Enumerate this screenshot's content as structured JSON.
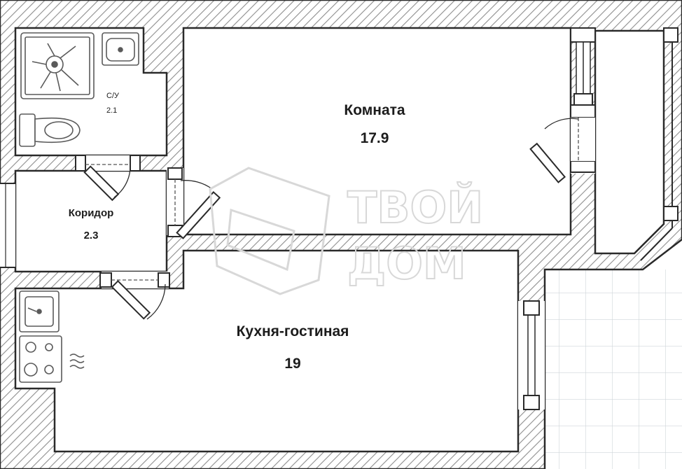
{
  "rooms": {
    "bathroom": {
      "name": "С/У",
      "area": "2.1"
    },
    "room": {
      "name": "Комната",
      "area": "17.9"
    },
    "corridor": {
      "name": "Коридор",
      "area": "2.3"
    },
    "kitchen": {
      "name": "Кухня-гостиная",
      "area": "19"
    }
  },
  "watermark": {
    "line1": "ТВОЙ",
    "line2": "ДОМ"
  },
  "colors": {
    "wall_line": "#2a2a2a",
    "hatch": "#9a9a9a",
    "terrace_grid": "#cfd6da",
    "fixture": "#5a5a5a",
    "watermark": "#d8d8d8"
  },
  "icons": [
    "shower-icon",
    "sink-icon",
    "toilet-icon",
    "kitchen-sink-icon",
    "stove-icon",
    "heat-icon",
    "watermark-house-icon"
  ]
}
